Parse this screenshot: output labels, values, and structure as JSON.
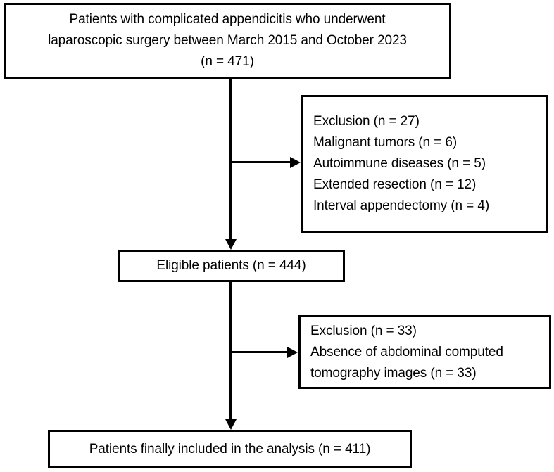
{
  "figure": {
    "type": "flowchart",
    "orientation": "top-to-bottom",
    "background_color": "#ffffff",
    "line_color": "#000000"
  },
  "nodes": {
    "enrollment": {
      "id": "enrollment-box",
      "lines": [
        "Patients with complicated appendicitis who underwent",
        "laparoscopic surgery between March 2015 and October 2023",
        "(n = 471)"
      ],
      "count": "471"
    },
    "exclusion_1": {
      "id": "exclusion-box-1",
      "heading": "Exclusion (n = 27)",
      "count": "27",
      "items": [
        "Malignant tumors (n = 6)",
        "Autoimmune diseases (n = 5)",
        "Extended resection (n = 12)",
        "Interval appendectomy (n = 4)"
      ]
    },
    "eligible": {
      "id": "eligible-box",
      "label": "Eligible patients (n = 444)",
      "count": "444"
    },
    "exclusion_2": {
      "id": "exclusion-box-2",
      "heading": "Exclusion (n = 33)",
      "count": "33",
      "lines": [
        "Absence of abdominal computed",
        "tomography images (n = 33)"
      ]
    },
    "final": {
      "id": "final-box",
      "label": "Patients finally included in the analysis (n = 411)",
      "count": "411"
    }
  },
  "connectors": [
    {
      "name": "trunk-enrollment-to-eligible",
      "kind": "vertical-arrow"
    },
    {
      "name": "branch-to-exclusion-1",
      "kind": "horizontal-arrow"
    },
    {
      "name": "trunk-eligible-to-final",
      "kind": "vertical-arrow"
    },
    {
      "name": "branch-to-exclusion-2",
      "kind": "horizontal-arrow"
    }
  ]
}
